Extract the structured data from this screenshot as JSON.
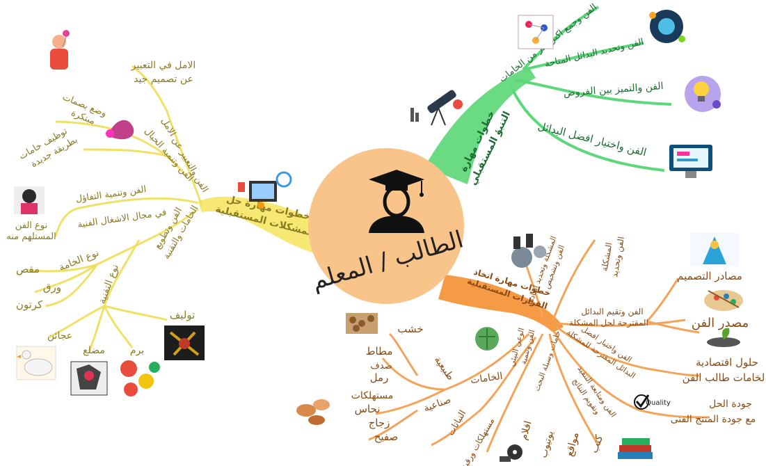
{
  "center": {
    "title": "الطالب / المعلم"
  },
  "colors": {
    "center": "#f8c48a",
    "green": "#5ed67a",
    "yellow": "#f4e66a",
    "orange": "#f39a4a"
  },
  "branches": {
    "future": {
      "label_l1": "خطوات مهارة",
      "label_l2": "التنبؤ المستقبلي",
      "items": [
        "الفن وجمع اكبر قدر من الخامات",
        "الفن وتحديد البدائل المتاحة",
        "الفن والتميز بين الفروض",
        "الفن واختيار افضل البدائل"
      ]
    },
    "problems": {
      "label_l1": "خطوات مهارة حل",
      "label_l2": "المشكلات المستقبلية",
      "items": {
        "hope_branch": "الفن والتعبير عن الامل",
        "hope_leaf_l1": "الامل في التعبير",
        "hope_leaf_l2": "عن تصميم جيد",
        "imag_branch": "الفن وتنمية الخيال",
        "imag_leaf1_l1": "وضع بصمات",
        "imag_leaf1_l2": "مبتكرة",
        "imag_leaf2_l1": "توظيف خامات",
        "imag_leaf2_l2": "بطريقة جديدة",
        "optim_branch": "الفن وتنمية التفاؤل",
        "optim_sub": "في مجال الاشغال الفنية",
        "optim_leaf_l1": "نوع الفن",
        "optim_leaf_l2": "المستلهم منه",
        "adapt_branch_l1": "الفن وتطويع",
        "adapt_branch_l2": "الخامات والتقنية",
        "material_type": "نوع الخامة",
        "materials": [
          "مقص",
          "ورق",
          "كرتون"
        ],
        "technique_type": "نوع التقنية",
        "techniques": [
          "توليف",
          "عجائن",
          "مضلع",
          "برم"
        ]
      }
    },
    "decisions": {
      "label_l1": "خطوات مهارة اتخاذ",
      "label_l2": "القرارات المستقبلية",
      "items": {
        "sense_l1": "الفن وتحديد",
        "sense_l2": "المشكلة",
        "diag_l1": "الفن وتشخيص",
        "diag_l2": "المشكلة وتحديد ابعادها",
        "alts_l1": "الفن وتقيم البدائل",
        "alts_l2": "المقترحة لحل المشكلة",
        "resources": [
          "مصادر التصميم",
          "مصدر الفن"
        ],
        "choose_l1": "الفن واختيار افضل",
        "choose_l2": "البدائل المقترحة للمشكلة",
        "choose_leaf_l1": "حلول اقتصادية",
        "choose_leaf_l2": "لخامات طالب الفن",
        "exec_l1": "الفن ومتابعة التنفيذ",
        "exec_l2": "وتقويم النتائج",
        "quality_l1": "جودة الحل",
        "quality_l2": "مع جودة المنتج الفنى",
        "quality_icon": "Quality",
        "sources_branch": "خامات وسيلة البحث",
        "sources": [
          "كتب",
          "مواقع",
          "يوتيوب",
          "افلام",
          "مستهلكات ورقية",
          "النباتات"
        ],
        "env_l1": "الفن وتنمية",
        "env_l2": "الوعي البيئي",
        "materials_label": "الخامات",
        "natural_label": "طبيعية",
        "natural": [
          "خشب",
          "مطاط",
          "صدف",
          "رمل"
        ],
        "industrial_label": "صناعية",
        "industrial": [
          "مستهلكات",
          "نحاس",
          "زجاج",
          "صفيح"
        ]
      }
    }
  }
}
